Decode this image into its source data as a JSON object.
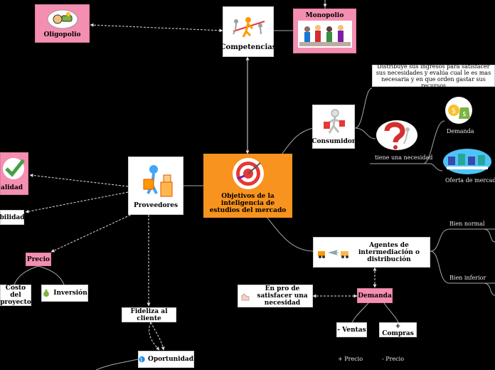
{
  "nodes": {
    "oligopolio": "Oligopolio",
    "competencias": "Competencias",
    "monopolio": "Monopolio",
    "distribuye": "Distribuye sus ingresos para satisfacer sus necesidades y evalúa cual le es mas necesaria y en que orden gastar sus recursos",
    "consumidor": "Consumidor",
    "demanda_top": "Demanda",
    "tiene_necesidad": "tiene una necesidad",
    "oferta_mercado": "Oferta de mercado",
    "calidad": "alidad",
    "proveedores": "Proveedores",
    "central_title": "Objetivos de la inteligencia de estudios del mercado",
    "bilidad": "bilidad",
    "precio": "Precio",
    "costo_proyecto": "Costo del proyecto",
    "inversion": "Inversión",
    "agentes": "Agentes de intermediación o distribución",
    "bien_normal": "Bien normal",
    "bien_inferior": "Bien inferior",
    "en_pro": "En pro de satisfacer una necesidad",
    "demanda": "Demanda",
    "menos_ventas": "- Ventas",
    "mas_compras": "+ Compras",
    "mas_precio": "+ Precio",
    "menos_precio": "- Precio",
    "fideliza": "Fideliza al cliente",
    "oportunidad": "Oportunidad"
  },
  "colors": {
    "background": "#000000",
    "central": "#f7931e",
    "pink": "#f48fb1",
    "white": "#ffffff",
    "link": "#bbbbbb"
  }
}
